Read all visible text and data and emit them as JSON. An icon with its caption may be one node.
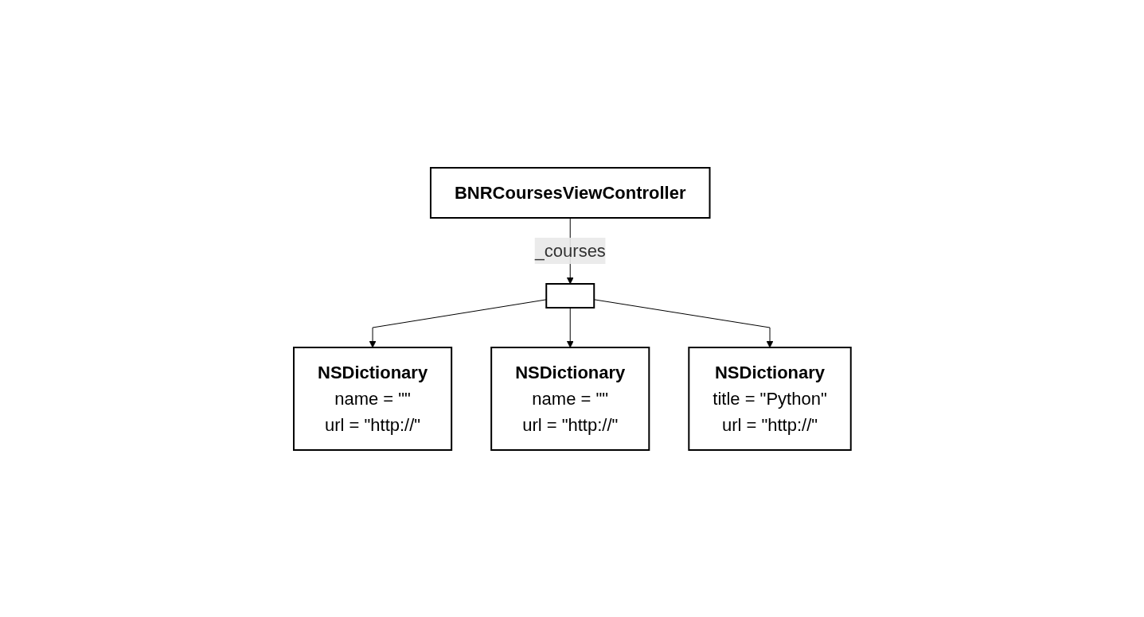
{
  "diagram": {
    "nodes": [
      {
        "text": [
          "BNRCoursesViewController"
        ]
      },
      {
        "text": [],
        "shape": "box"
      },
      {
        "text": [
          "NSDictionary",
          "name = \"\"",
          "url = \"http://\""
        ]
      },
      {
        "text": [
          "NSDictionary",
          "name = \"\"",
          "url = \"http://\""
        ]
      },
      {
        "text": [
          "NSDictionary",
          "title = \"Python\"",
          "url = \"http://\""
        ]
      }
    ],
    "edges": [
      {
        "from": 0,
        "to": 1,
        "arrow": "to",
        "label": "_courses"
      },
      {
        "from": 1,
        "to": 2,
        "arrow": "to"
      },
      {
        "from": 1,
        "to": 3,
        "arrow": "to"
      },
      {
        "from": 1,
        "to": 4,
        "arrow": "to"
      }
    ]
  }
}
